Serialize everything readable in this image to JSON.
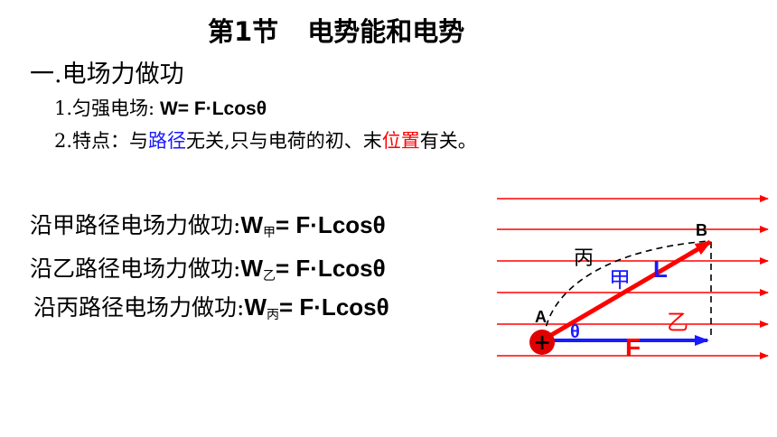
{
  "title": {
    "section": "第1节",
    "topic": "电势能和电势"
  },
  "heading": "一.电场力做功",
  "item1": {
    "prefix": "1.匀强电场:",
    "formula": " W= F·Lcosθ"
  },
  "item2": {
    "prefix": "2.特点：与",
    "path_word": "路径",
    "middle": "无关,只与电荷的初、末",
    "position_word": "位置",
    "suffix": "有关。"
  },
  "paths": [
    {
      "label": "沿甲路径电场力做功:",
      "w": "W",
      "sub": "甲",
      "formula": "= F·Lcosθ"
    },
    {
      "label": "沿乙路径电场力做功:",
      "w": "W",
      "sub": "乙",
      "formula": "= F·Lcosθ"
    },
    {
      "label": "沿丙路径电场力做功:",
      "w": "W",
      "sub": "丙",
      "formula": "= F·Lcosθ"
    }
  ],
  "diagram": {
    "point_a": "A",
    "point_b": "B",
    "path_jia": "甲",
    "path_yi": "乙",
    "path_bing": "丙",
    "length_label": "L",
    "force_label": "F",
    "angle_label": "θ",
    "charge_sign": "+",
    "colors": {
      "field_line": "#ff0000",
      "force": "#1a1aff",
      "charge": "#e00000",
      "displacement": "#ff0000"
    }
  }
}
